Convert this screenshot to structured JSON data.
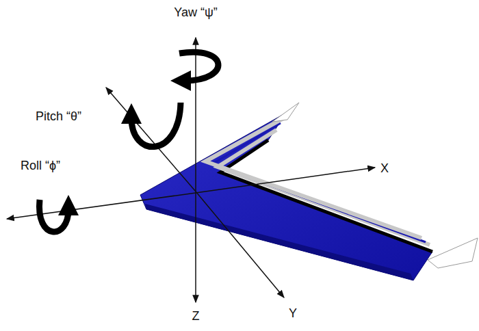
{
  "diagram": {
    "labels": [
      "Yaw “ψ”",
      "Pitch “θ”",
      "Roll “ϕ”",
      "X",
      "Y",
      "Z"
    ]
  }
}
